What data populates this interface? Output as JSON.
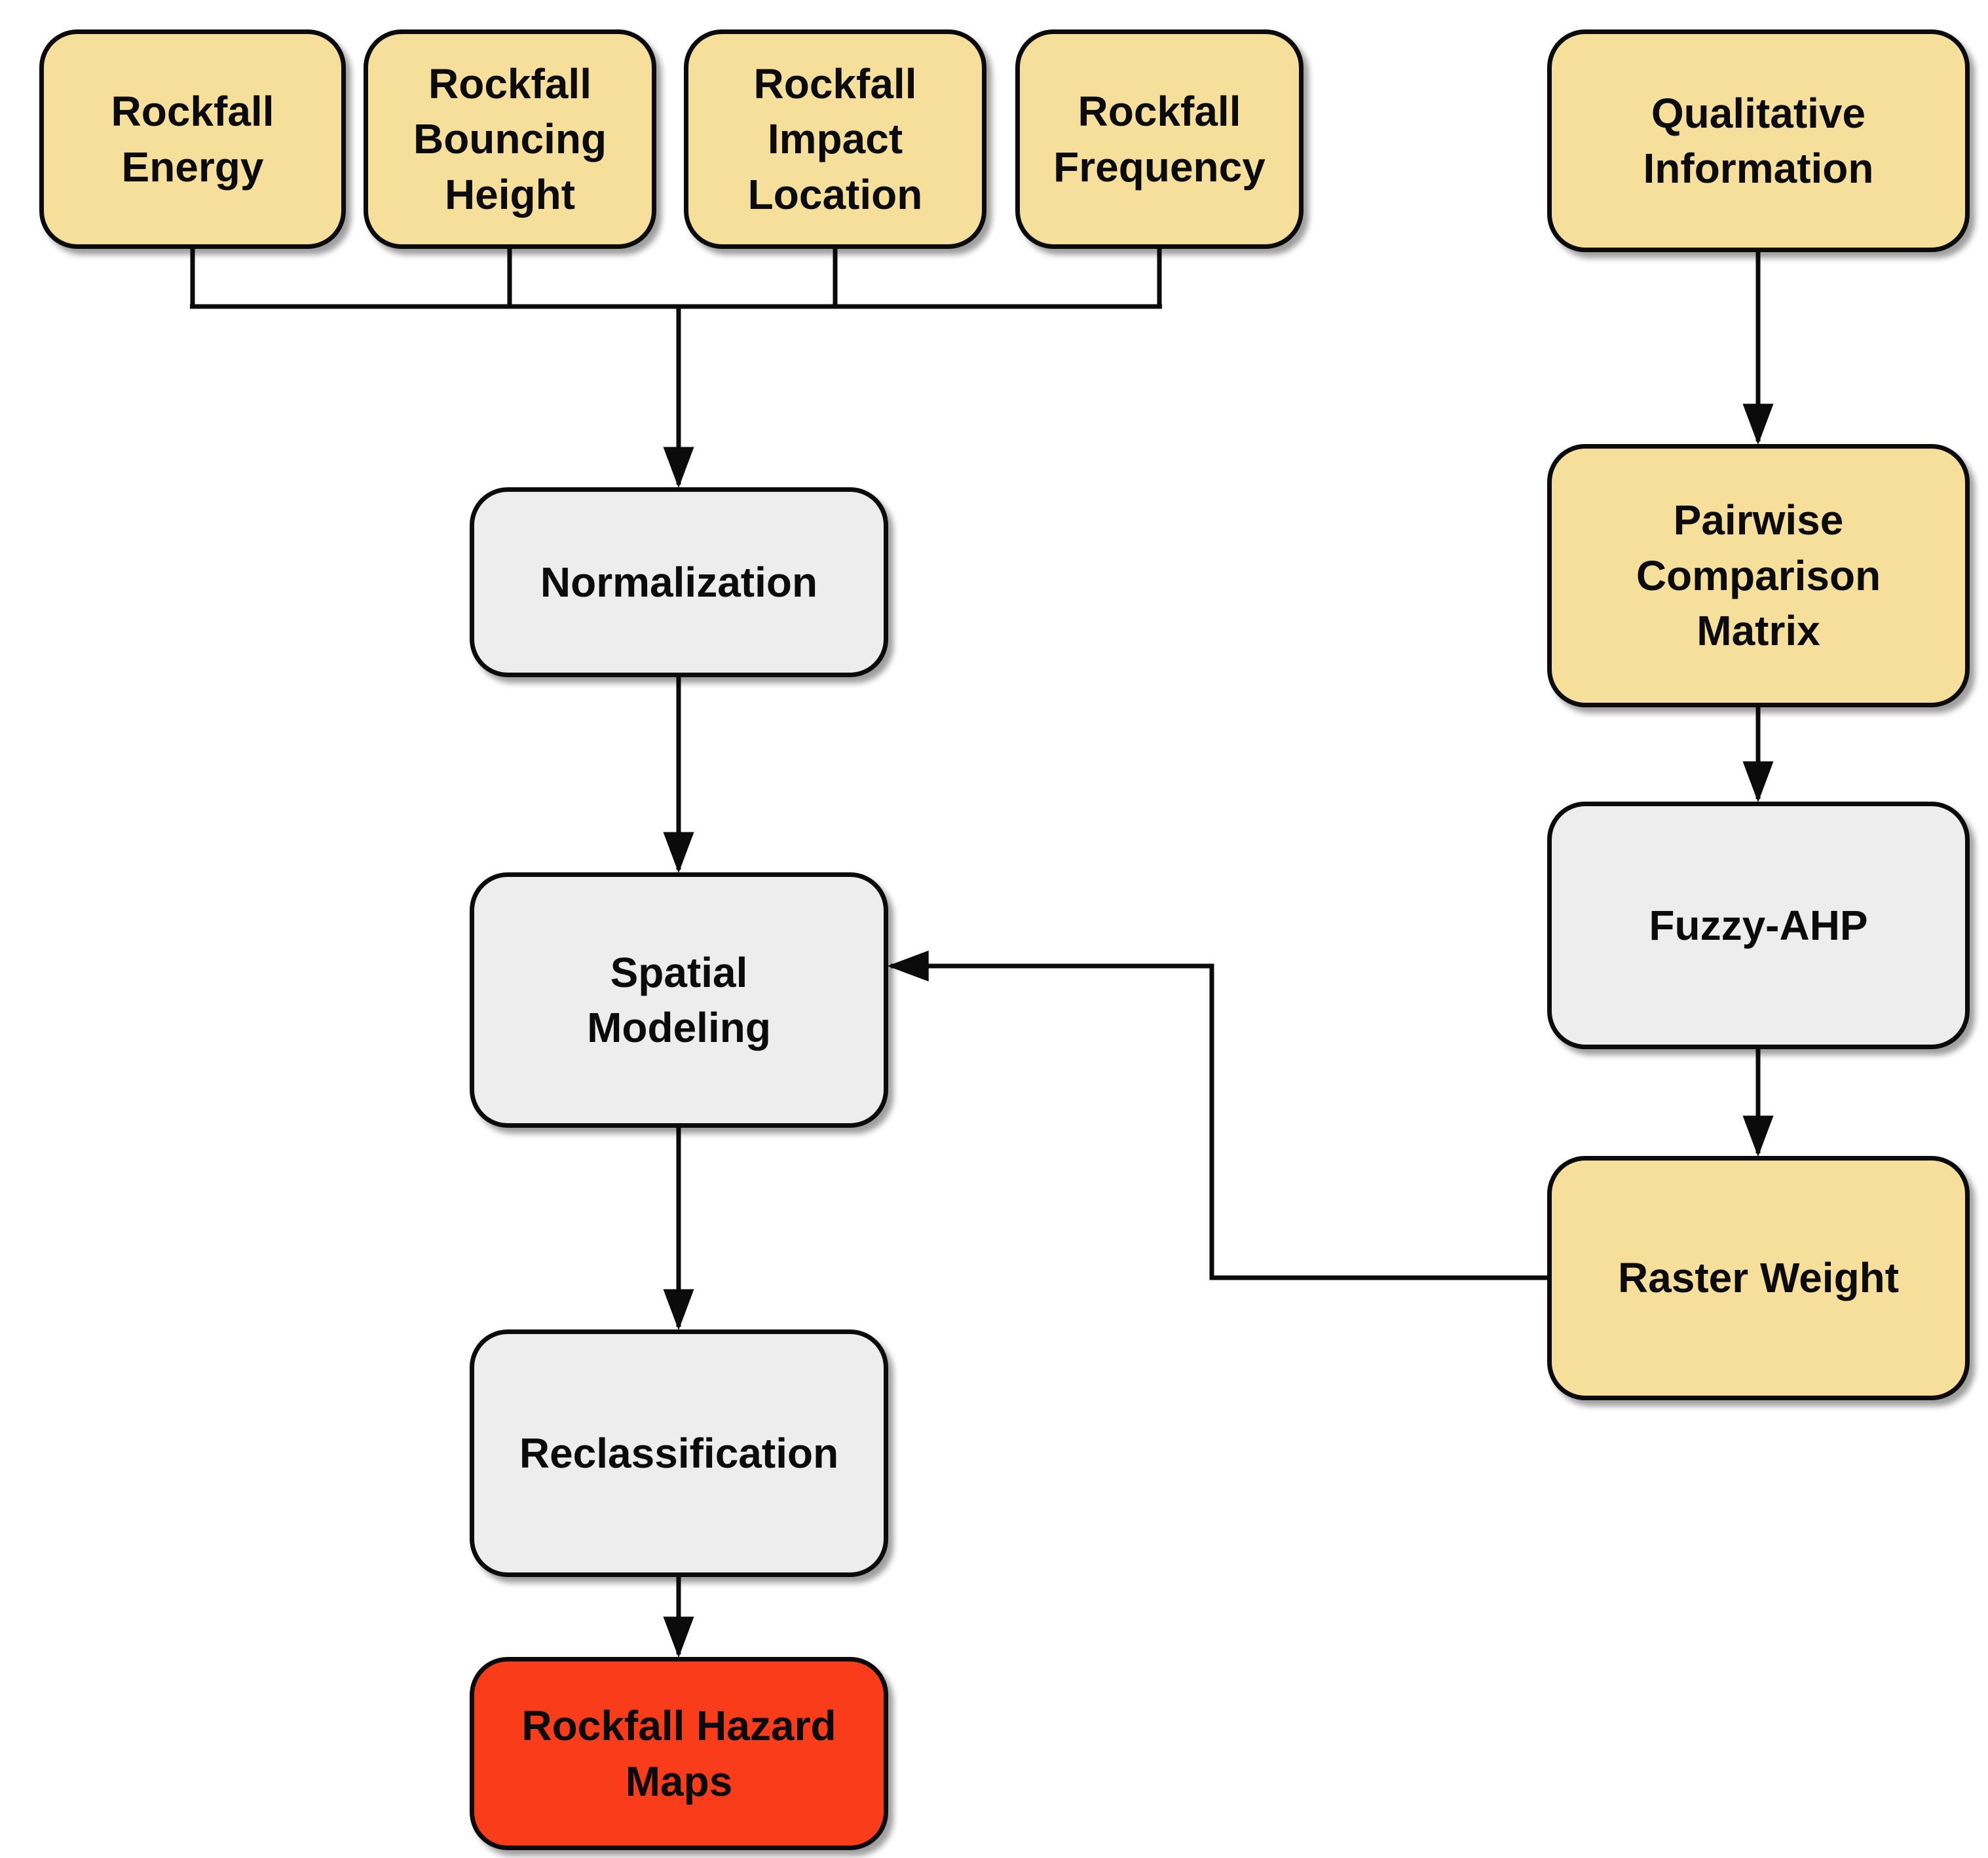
{
  "diagram": {
    "colors": {
      "canvas_bg": "#FFFFFF",
      "input_fill": "#F5DF9B",
      "process_fill": "#EDEDED",
      "output_fill": "#F93D1A",
      "stroke": "#0B0B0B",
      "text": "#0B0B0B"
    },
    "nodes": {
      "rockfall_energy": {
        "label": "Rockfall Energy",
        "kind": "input"
      },
      "rockfall_bouncing_height": {
        "label": "Rockfall Bouncing Height",
        "kind": "input"
      },
      "rockfall_impact_location": {
        "label": "Rockfall Impact Location",
        "kind": "input"
      },
      "rockfall_frequency": {
        "label": "Rockfall Frequency",
        "kind": "input"
      },
      "qualitative_information": {
        "label": "Qualitative Information",
        "kind": "input"
      },
      "normalization": {
        "label": "Normalization",
        "kind": "process"
      },
      "spatial_modeling": {
        "label": "Spatial Modeling",
        "kind": "process"
      },
      "reclassification": {
        "label": "Reclassification",
        "kind": "process"
      },
      "rockfall_hazard_maps": {
        "label": "Rockfall Hazard Maps",
        "kind": "output"
      },
      "pairwise_comparison_matrix": {
        "label": "Pairwise Comparison Matrix",
        "kind": "input"
      },
      "fuzzy_ahp": {
        "label": "Fuzzy-AHP",
        "kind": "process"
      },
      "raster_weight": {
        "label": "Raster Weight",
        "kind": "input"
      }
    },
    "edges": [
      {
        "from": "rockfall_energy",
        "to": "normalization",
        "via": "collector"
      },
      {
        "from": "rockfall_bouncing_height",
        "to": "normalization",
        "via": "collector"
      },
      {
        "from": "rockfall_impact_location",
        "to": "normalization",
        "via": "collector"
      },
      {
        "from": "rockfall_frequency",
        "to": "normalization",
        "via": "collector"
      },
      {
        "from": "normalization",
        "to": "spatial_modeling"
      },
      {
        "from": "spatial_modeling",
        "to": "reclassification"
      },
      {
        "from": "reclassification",
        "to": "rockfall_hazard_maps"
      },
      {
        "from": "qualitative_information",
        "to": "pairwise_comparison_matrix"
      },
      {
        "from": "pairwise_comparison_matrix",
        "to": "fuzzy_ahp"
      },
      {
        "from": "fuzzy_ahp",
        "to": "raster_weight"
      },
      {
        "from": "raster_weight",
        "to": "spatial_modeling"
      }
    ]
  }
}
